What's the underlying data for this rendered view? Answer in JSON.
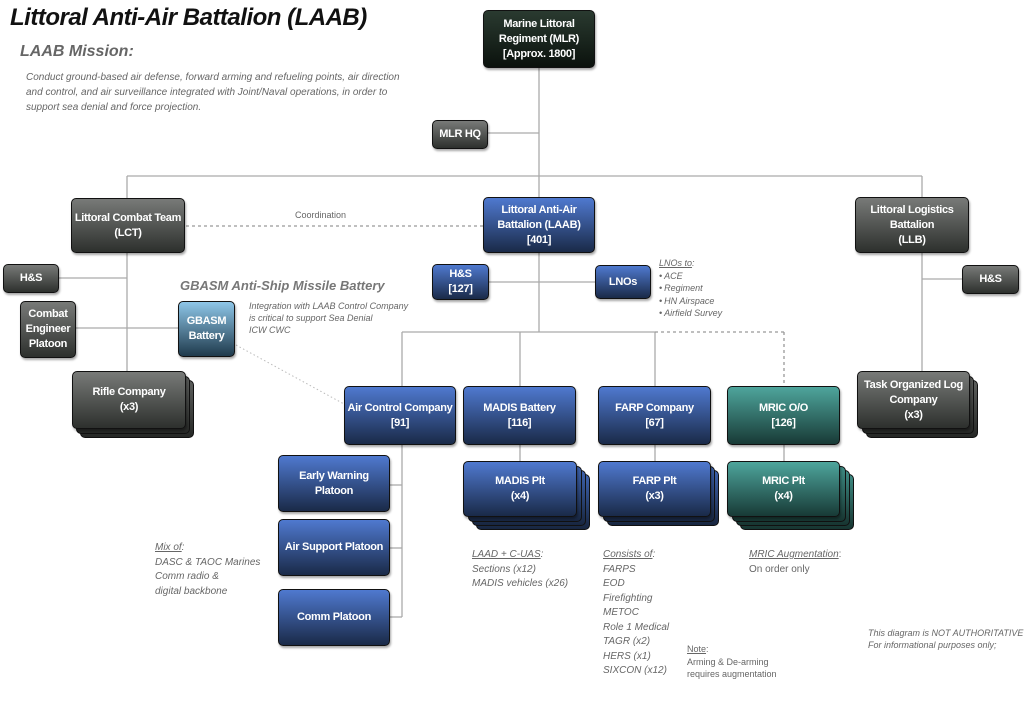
{
  "header": {
    "title": "Littoral Anti-Air Battalion (LAAB)",
    "mission_heading": "LAAB Mission:",
    "mission_text": "Conduct ground-based air defense, forward arming and refueling points, air direction and control, and air surveillance integrated with Joint/Naval operations, in order to support sea denial and force projection."
  },
  "colors": {
    "regiment": "#0b120d",
    "support_unit": "#2d302d",
    "laab_unit": "#2c4a8a",
    "mric_unit": "#2a6b64",
    "gbasm_unit": "#6aa6cc",
    "connector": "#aaaaaa"
  },
  "nodes": {
    "mlr": {
      "lines": [
        "Marine Littoral",
        "Regiment (MLR)",
        "[Approx. 1800]"
      ]
    },
    "mlr_hq": {
      "lines": [
        "MLR HQ"
      ]
    },
    "lct": {
      "lines": [
        "Littoral Combat Team",
        "(LCT)"
      ]
    },
    "laab": {
      "lines": [
        "Littoral Anti-Air",
        "Battalion (LAAB)",
        "[401]"
      ]
    },
    "llb": {
      "lines": [
        "Littoral Logistics",
        "Battalion",
        "(LLB)"
      ]
    },
    "lct_hs": {
      "lines": [
        "H&S"
      ]
    },
    "combat_engineer": {
      "lines": [
        "Combat",
        "Engineer",
        "Platoon"
      ]
    },
    "gbasm": {
      "lines": [
        "GBASM",
        "Battery"
      ]
    },
    "rifle_company": {
      "lines": [
        "Rifle Company",
        "(x3)"
      ]
    },
    "laab_hs": {
      "lines": [
        "H&S",
        "[127]"
      ]
    },
    "lnos": {
      "lines": [
        "LNOs"
      ]
    },
    "llb_hs": {
      "lines": [
        "H&S"
      ]
    },
    "task_log_company": {
      "lines": [
        "Task Organized Log",
        "Company",
        "(x3)"
      ]
    },
    "air_control": {
      "lines": [
        "Air Control Company",
        "[91]"
      ]
    },
    "madis_battery": {
      "lines": [
        "MADIS Battery",
        "[116]"
      ]
    },
    "farp_company": {
      "lines": [
        "FARP Company",
        "[67]"
      ]
    },
    "mric": {
      "lines": [
        "MRIC O/O",
        "[126]"
      ]
    },
    "madis_plt": {
      "lines": [
        "MADIS Plt",
        "(x4)"
      ]
    },
    "farp_plt": {
      "lines": [
        "FARP Plt",
        "(x3)"
      ]
    },
    "mric_plt": {
      "lines": [
        "MRIC Plt",
        "(x4)"
      ]
    },
    "early_warning": {
      "lines": [
        "Early Warning Platoon"
      ]
    },
    "air_support": {
      "lines": [
        "Air Support Platoon"
      ]
    },
    "comm_platoon": {
      "lines": [
        "Comm Platoon"
      ]
    }
  },
  "annotations": {
    "coordination": "Coordination",
    "gbasm_section_title": "GBASM Anti-Ship Missile Battery",
    "gbasm_note": [
      "Integration with LAAB Control Company",
      "is critical to support Sea Denial",
      "ICW CWC"
    ],
    "lnos_heading": "LNOs to",
    "lnos_items": [
      "ACE",
      "Regiment",
      "HN Airspace",
      "Airfield Survey"
    ],
    "mix_heading": "Mix of",
    "mix_items": [
      "DASC & TAOC Marines",
      "Comm radio &",
      "digital backbone"
    ],
    "madis_heading": "LAAD + C-UAS",
    "madis_items": [
      "Sections (x12)",
      "MADIS vehicles (x26)"
    ],
    "farp_heading": "Consists of",
    "farp_items": [
      "FARPS",
      "EOD",
      "Firefighting",
      "METOC",
      "Role 1 Medical",
      "TAGR (x2)",
      "HERS (x1)",
      "SIXCON (x12)"
    ],
    "farp_note_heading": "Note",
    "farp_note_items": [
      "Arming & De-arming",
      "requires augmentation"
    ],
    "mric_heading": "MRIC Augmentation",
    "mric_items": [
      "On order only"
    ],
    "disclaimer": [
      "This diagram is NOT AUTHORITATIVE",
      "For informational purposes only;"
    ]
  }
}
